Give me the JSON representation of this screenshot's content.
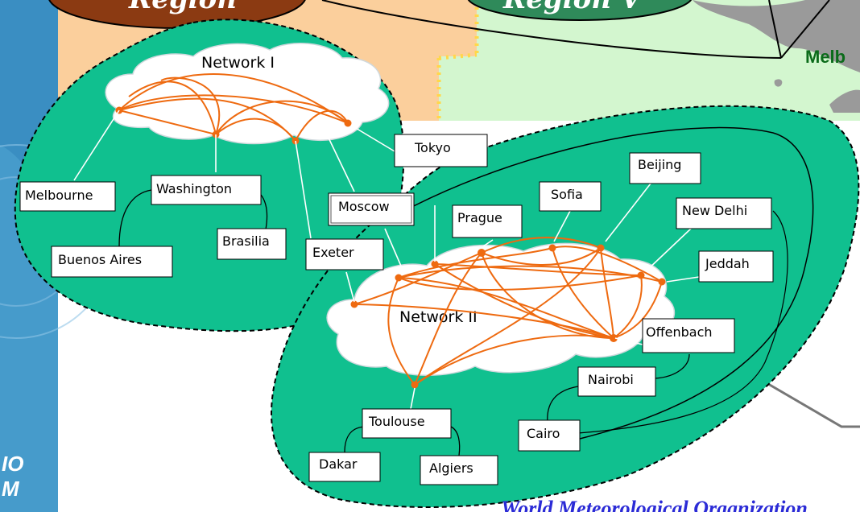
{
  "networks": {
    "network1": "Network I",
    "network2": "Network II"
  },
  "regions": {
    "region_v": "Region V",
    "region_left": "Region"
  },
  "labels": {
    "melbourne_corner": "Melb",
    "wmo_line1": "IO",
    "wmo_line2": "M",
    "footer": "World Meteorological Organization"
  },
  "centers": {
    "melbourne": "Melbourne",
    "washington": "Washington",
    "brasilia": "Brasilia",
    "buenos_aires": "Buenos Aires",
    "tokyo": "Tokyo",
    "moscow": "Moscow",
    "exeter": "Exeter",
    "prague": "Prague",
    "sofia": "Sofia",
    "beijing": "Beijing",
    "new_delhi": "New Delhi",
    "jeddah": "Jeddah",
    "offenbach": "Offenbach",
    "nairobi": "Nairobi",
    "cairo": "Cairo",
    "toulouse": "Toulouse",
    "dakar": "Dakar",
    "algiers": "Algiers"
  },
  "colors": {
    "network_fill": "#10c08f",
    "link": "#ee6a10",
    "region_v_fill": "#2f8a5a",
    "region_left_fill": "#8b3a12",
    "map_peach": "#fbcf9c",
    "map_green": "#d3f6cf",
    "footer_text": "#2b2bd6"
  }
}
